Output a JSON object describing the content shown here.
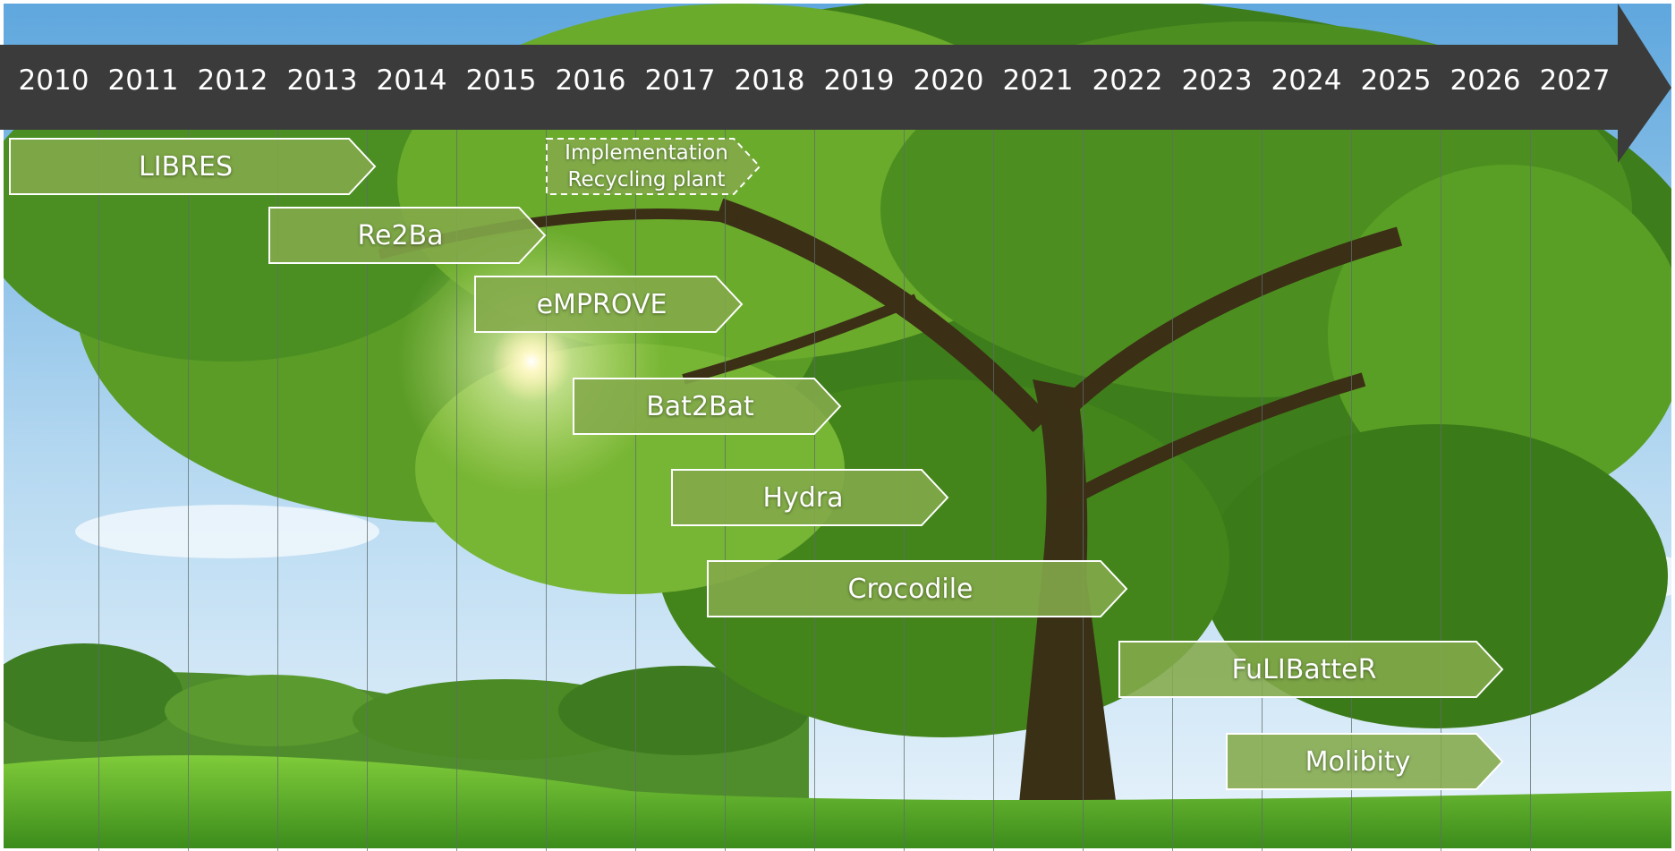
{
  "timeline": {
    "years": [
      "2010",
      "2011",
      "2012",
      "2013",
      "2014",
      "2015",
      "2016",
      "2017",
      "2018",
      "2019",
      "2020",
      "2021",
      "2022",
      "2023",
      "2024",
      "2025",
      "2026",
      "2027"
    ]
  },
  "projects": [
    {
      "name": "LIBRES",
      "start": 2010,
      "end": 2014.1,
      "row": 0,
      "style": "solid"
    },
    {
      "name": "Implementation\nRecycling plant",
      "start": 2016.0,
      "end": 2018.4,
      "row": 0,
      "style": "dashed"
    },
    {
      "name": "Re2Ba",
      "start": 2012.9,
      "end": 2016.0,
      "row": 1,
      "style": "solid"
    },
    {
      "name": "eMPROVE",
      "start": 2015.2,
      "end": 2018.2,
      "row": 2,
      "style": "solid"
    },
    {
      "name": "Bat2Bat",
      "start": 2016.3,
      "end": 2019.3,
      "row": 3,
      "style": "solid"
    },
    {
      "name": "Hydra",
      "start": 2017.4,
      "end": 2020.5,
      "row": 4,
      "style": "solid"
    },
    {
      "name": "Crocodile",
      "start": 2017.8,
      "end": 2022.5,
      "row": 5,
      "style": "solid"
    },
    {
      "name": "FuLIBatteR",
      "start": 2022.4,
      "end": 2026.7,
      "row": 6,
      "style": "solid"
    },
    {
      "name": "Molibity",
      "start": 2023.6,
      "end": 2026.7,
      "row": 7,
      "style": "solid"
    }
  ],
  "colors": {
    "timeline_bar": "#3b3b3b",
    "chevron_fill": "#84aa4b",
    "chevron_stroke": "#ffffff"
  }
}
